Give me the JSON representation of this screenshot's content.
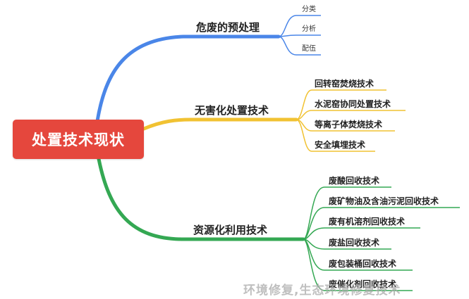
{
  "root": {
    "label": "处置技术现状"
  },
  "branches": [
    {
      "label": "危废的预处理",
      "color": "#4a86e8",
      "children": [
        "分类",
        "分析",
        "配伍"
      ]
    },
    {
      "label": "无害化处置技术",
      "color": "#f1c232",
      "children": [
        "回转窑焚烧技术",
        "水泥窑协同处置技术",
        "等离子体焚烧技术",
        "安全填埋技术"
      ]
    },
    {
      "label": "资源化利用技术",
      "color": "#34a853",
      "children": [
        "废酸回收技术",
        "废矿物油及含油污泥回收技术",
        "废有机溶剂回收技术",
        "废盐回收技术",
        "废包装桶回收技术",
        "废催化剂回收技术"
      ]
    }
  ],
  "watermark": "环境修复,生态环境修复技术"
}
